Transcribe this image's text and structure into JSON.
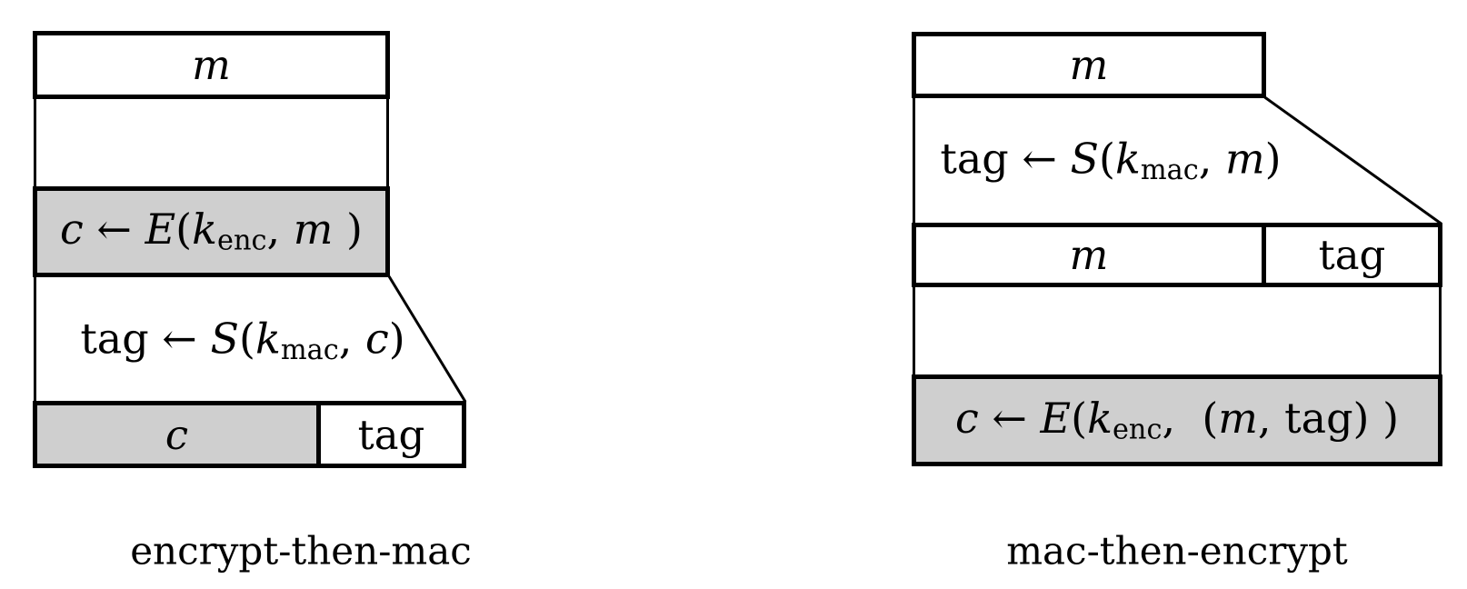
{
  "figure": {
    "background_color": "#ffffff",
    "line_color": "#000000",
    "shaded_fill_color": "#cfcfcf",
    "left_diagram": {
      "caption": "encrypt-then-mac",
      "message_box_label": "m",
      "encrypt_formula": [
        {
          "t": "c",
          "s": "var"
        },
        {
          "t": " ← ",
          "s": "rm"
        },
        {
          "t": "E",
          "s": "var"
        },
        {
          "t": "(",
          "s": "rm"
        },
        {
          "t": "k",
          "s": "var"
        },
        {
          "t": "enc",
          "s": "sub"
        },
        {
          "t": ", ",
          "s": "rm"
        },
        {
          "t": "m",
          "s": "var"
        },
        {
          "t": " )",
          "s": "rm"
        }
      ],
      "mac_formula": [
        {
          "t": "tag",
          "s": "rm"
        },
        {
          "t": " ← ",
          "s": "rm"
        },
        {
          "t": "S",
          "s": "var"
        },
        {
          "t": "(",
          "s": "rm"
        },
        {
          "t": "k",
          "s": "var"
        },
        {
          "t": "mac",
          "s": "sub"
        },
        {
          "t": ", ",
          "s": "rm"
        },
        {
          "t": "c",
          "s": "var"
        },
        {
          "t": ")",
          "s": "rm"
        }
      ],
      "output_cipher_label": "c",
      "output_tag_label": "tag"
    },
    "right_diagram": {
      "caption": "mac-then-encrypt",
      "message_box_label": "m",
      "mac_formula": [
        {
          "t": "tag",
          "s": "rm"
        },
        {
          "t": " ← ",
          "s": "rm"
        },
        {
          "t": "S",
          "s": "var"
        },
        {
          "t": "(",
          "s": "rm"
        },
        {
          "t": "k",
          "s": "var"
        },
        {
          "t": "mac",
          "s": "sub"
        },
        {
          "t": ", ",
          "s": "rm"
        },
        {
          "t": "m",
          "s": "var"
        },
        {
          "t": ")",
          "s": "rm"
        }
      ],
      "concat_message_label": "m",
      "concat_tag_label": "tag",
      "encrypt_formula": [
        {
          "t": "c",
          "s": "var"
        },
        {
          "t": " ← ",
          "s": "rm"
        },
        {
          "t": "E",
          "s": "var"
        },
        {
          "t": "(",
          "s": "rm"
        },
        {
          "t": "k",
          "s": "var"
        },
        {
          "t": "enc",
          "s": "sub"
        },
        {
          "t": ",  (",
          "s": "rm"
        },
        {
          "t": "m",
          "s": "var"
        },
        {
          "t": ", ",
          "s": "rm"
        },
        {
          "t": "tag",
          "s": "rm"
        },
        {
          "t": ") )",
          "s": "rm"
        }
      ]
    }
  }
}
